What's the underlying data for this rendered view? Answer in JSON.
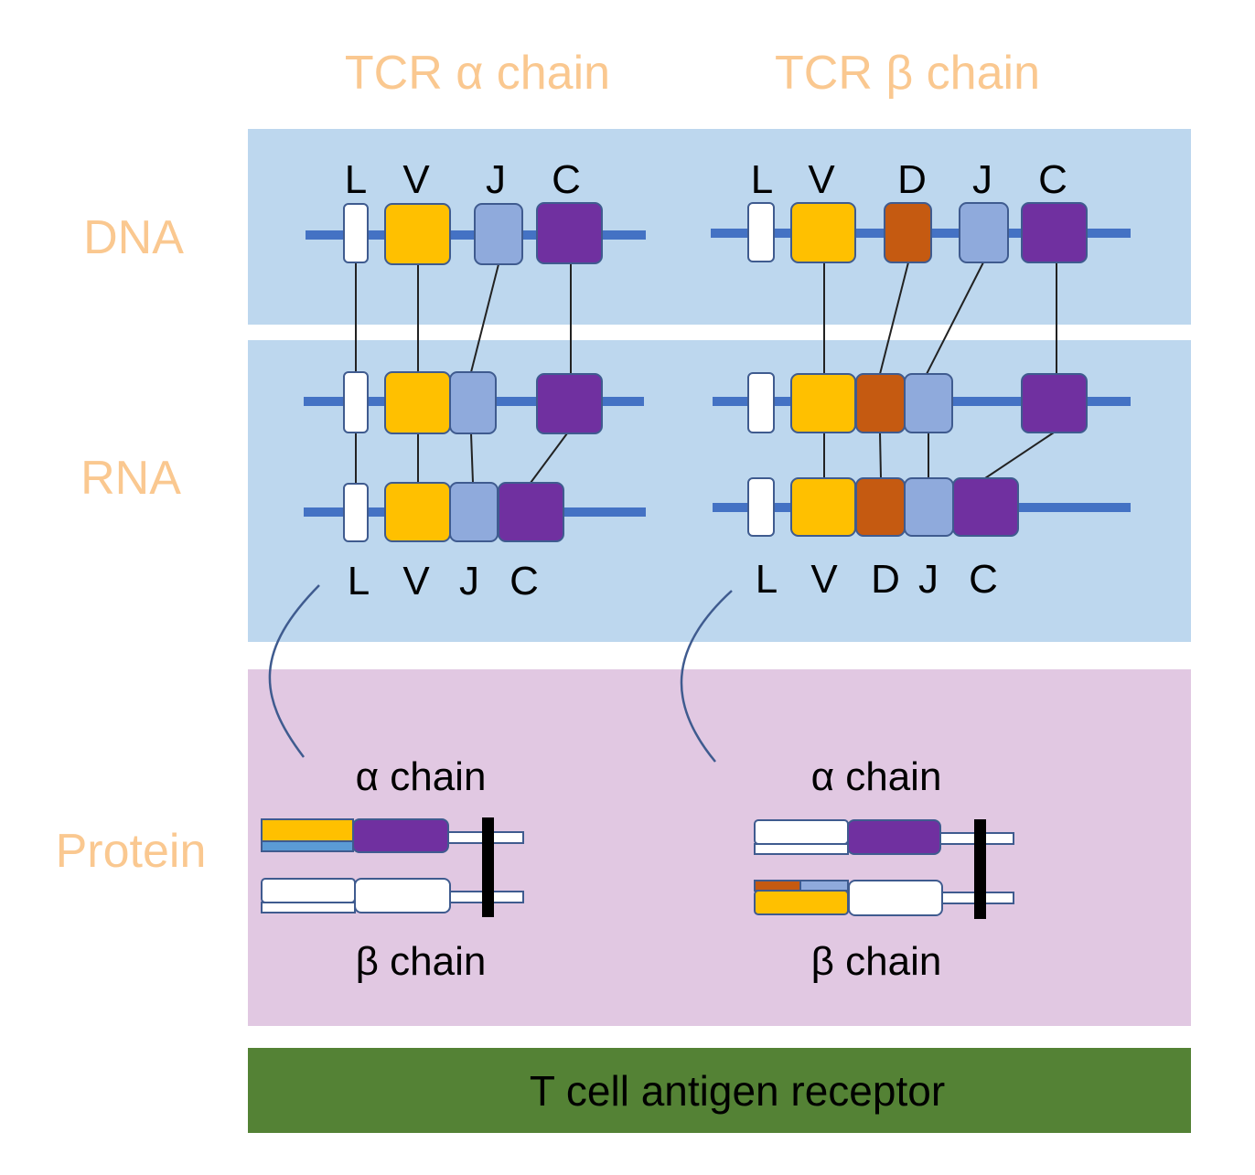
{
  "headers": {
    "alpha": "TCR α chain",
    "beta": "TCR β chain"
  },
  "row_labels": {
    "dna": "DNA",
    "rna": "RNA",
    "protein": "Protein"
  },
  "alpha": {
    "dna_labels": [
      "L",
      "V",
      "J",
      "C"
    ],
    "rna_labels": [
      "L",
      "V",
      "J",
      "C"
    ]
  },
  "beta": {
    "dna_labels": [
      "L",
      "V",
      "D",
      "J",
      "C"
    ],
    "rna_labels": [
      "L",
      "V",
      "D",
      "J",
      "C"
    ]
  },
  "protein": {
    "left": {
      "top_label": "α chain",
      "bottom_label": "β chain"
    },
    "right": {
      "top_label": "α chain",
      "bottom_label": "β chain"
    }
  },
  "footer": "T cell antigen receptor",
  "colors": {
    "header_text": "#fac890",
    "band_blue": "#bdd7ee",
    "band_pink": "#e1c8e2",
    "band_green": "#548235",
    "dna_line": "#4472c4",
    "segment_L": "#ffffff",
    "segment_V": "#ffc000",
    "segment_D": "#c55a11",
    "segment_J": "#8faadc",
    "segment_C": "#7030a0"
  }
}
